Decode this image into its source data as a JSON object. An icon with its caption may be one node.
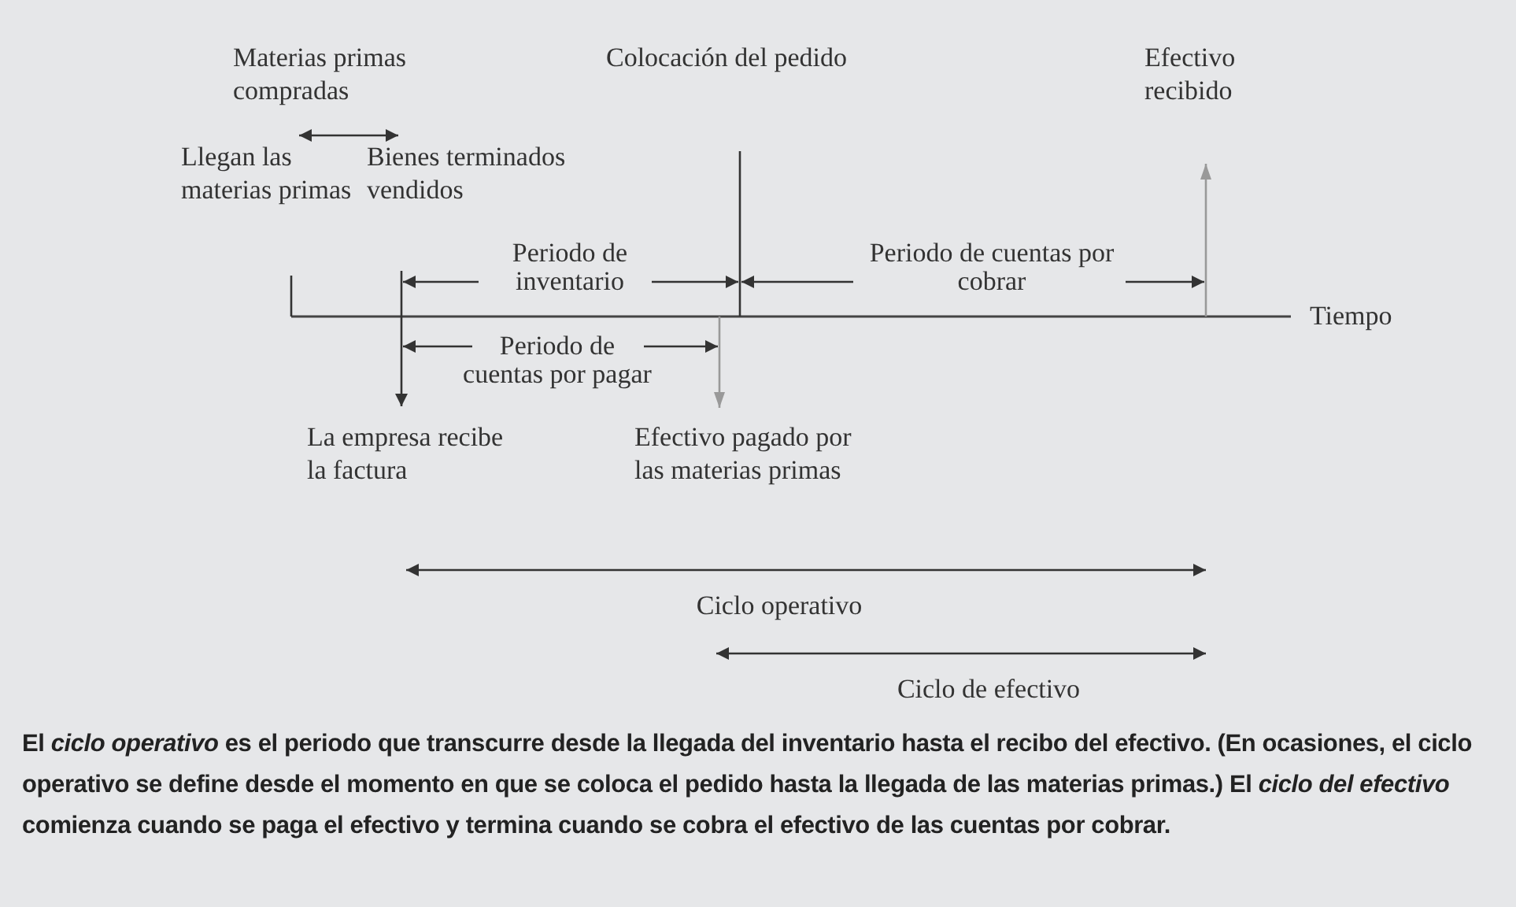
{
  "diagram": {
    "caption": "El *ciclo operativo* es el periodo que transcurre desde la llegada del inventario hasta el recibo del efectivo. (En ocasiones, el ciclo operativo se define desde el momento en que se coloca el pedido hasta la llegada de las materias primas.) El *ciclo del efectivo* comienza cuando se paga el efectivo y termina cuando se cobra el efectivo de las cuentas por cobrar.",
    "labels": [
      "Materias primas compradas",
      "Colocación del pedido",
      "Efectivo recibido",
      "Llegan las materias primas",
      "Bienes terminados vendidos",
      "Periodo de inventario",
      "Periodo de cuentas por cobrar",
      "Tiempo",
      "Periodo de cuentas por pagar",
      "La empresa recibe la factura",
      "Efectivo pagado por las materias primas",
      "Ciclo operativo",
      "Ciclo de efectivo"
    ]
  }
}
